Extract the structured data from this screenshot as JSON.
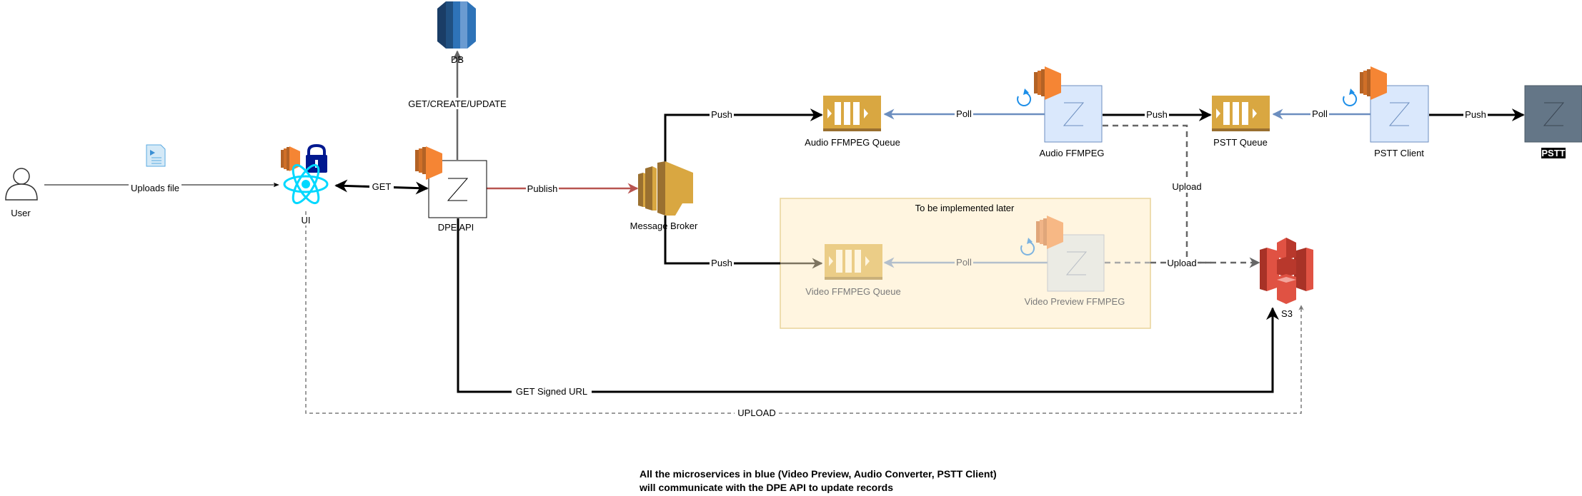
{
  "diagram": {
    "nodes": {
      "user": {
        "label": "User",
        "icon": "user-icon"
      },
      "file": {
        "icon": "document-icon"
      },
      "ui": {
        "label": "UI",
        "icons": [
          "ec2-icon",
          "lock-icon",
          "react-icon"
        ]
      },
      "db": {
        "label": "DB",
        "icon": "rds-database-icon"
      },
      "dpe_api": {
        "label": "DPE API",
        "icons": [
          "ec2-icon",
          "zeit-z-icon"
        ]
      },
      "message_broker": {
        "label": "Message Broker",
        "icon": "sns-icon"
      },
      "audio_queue": {
        "label": "Audio FFMPEG Queue",
        "icon": "sqs-queue-icon"
      },
      "audio_ffmpeg": {
        "label": "Audio FFMPEG",
        "icons": [
          "ec2-icon",
          "refresh-icon",
          "zeit-z-icon"
        ]
      },
      "pstt_queue": {
        "label": "PSTT Queue",
        "icon": "sqs-queue-icon"
      },
      "pstt_client": {
        "label": "PSTT Client",
        "icons": [
          "ec2-icon",
          "refresh-icon",
          "zeit-z-icon"
        ]
      },
      "pstt": {
        "label": "PSTT",
        "icon": "zeit-z-icon"
      },
      "video_queue": {
        "label": "Video FFMPEG Queue",
        "icon": "sqs-queue-icon"
      },
      "video_preview": {
        "label": "Video Preview FFMPEG",
        "icons": [
          "ec2-icon",
          "refresh-icon",
          "zeit-z-icon"
        ]
      },
      "s3": {
        "label": "S3",
        "icon": "s3-bucket-icon"
      }
    },
    "group": {
      "label": "To be implemented later"
    },
    "edges": {
      "uploads_file": "Uploads file",
      "get": "GET",
      "get_create_update": "GET/CREATE/UPDATE",
      "publish": "Publish",
      "push_audio": "Push",
      "push_video": "Push",
      "poll_audio": "Poll",
      "push_pstt_queue": "Push",
      "poll_pstt": "Poll",
      "push_pstt": "Push",
      "poll_video": "Poll",
      "upload_audio": "Upload",
      "upload_video": "Upload",
      "get_signed_url": "GET Signed URL",
      "upload_ui": "UPLOAD"
    },
    "note": {
      "line1": "All the microservices in blue (Video Preview, Audio Converter, PSTT Client)",
      "line2": "will communicate with the DPE API to update records"
    },
    "colors": {
      "black_edge": "#000000",
      "publish_edge": "#b85450",
      "poll_edge": "#6c8ebf",
      "dashed_edge": "#666666",
      "service_fill": "#dae8fc",
      "service_stroke": "#6c8ebf",
      "queue": "#d9a741",
      "ec2": "#f58534",
      "s3": "#e05243",
      "react": "#00d8ff",
      "lock": "#00188f",
      "db": "#2e73b8",
      "group_fill": "#fff5e0",
      "group_stroke": "#e8d49a",
      "pstt_fill": "#647687"
    }
  }
}
